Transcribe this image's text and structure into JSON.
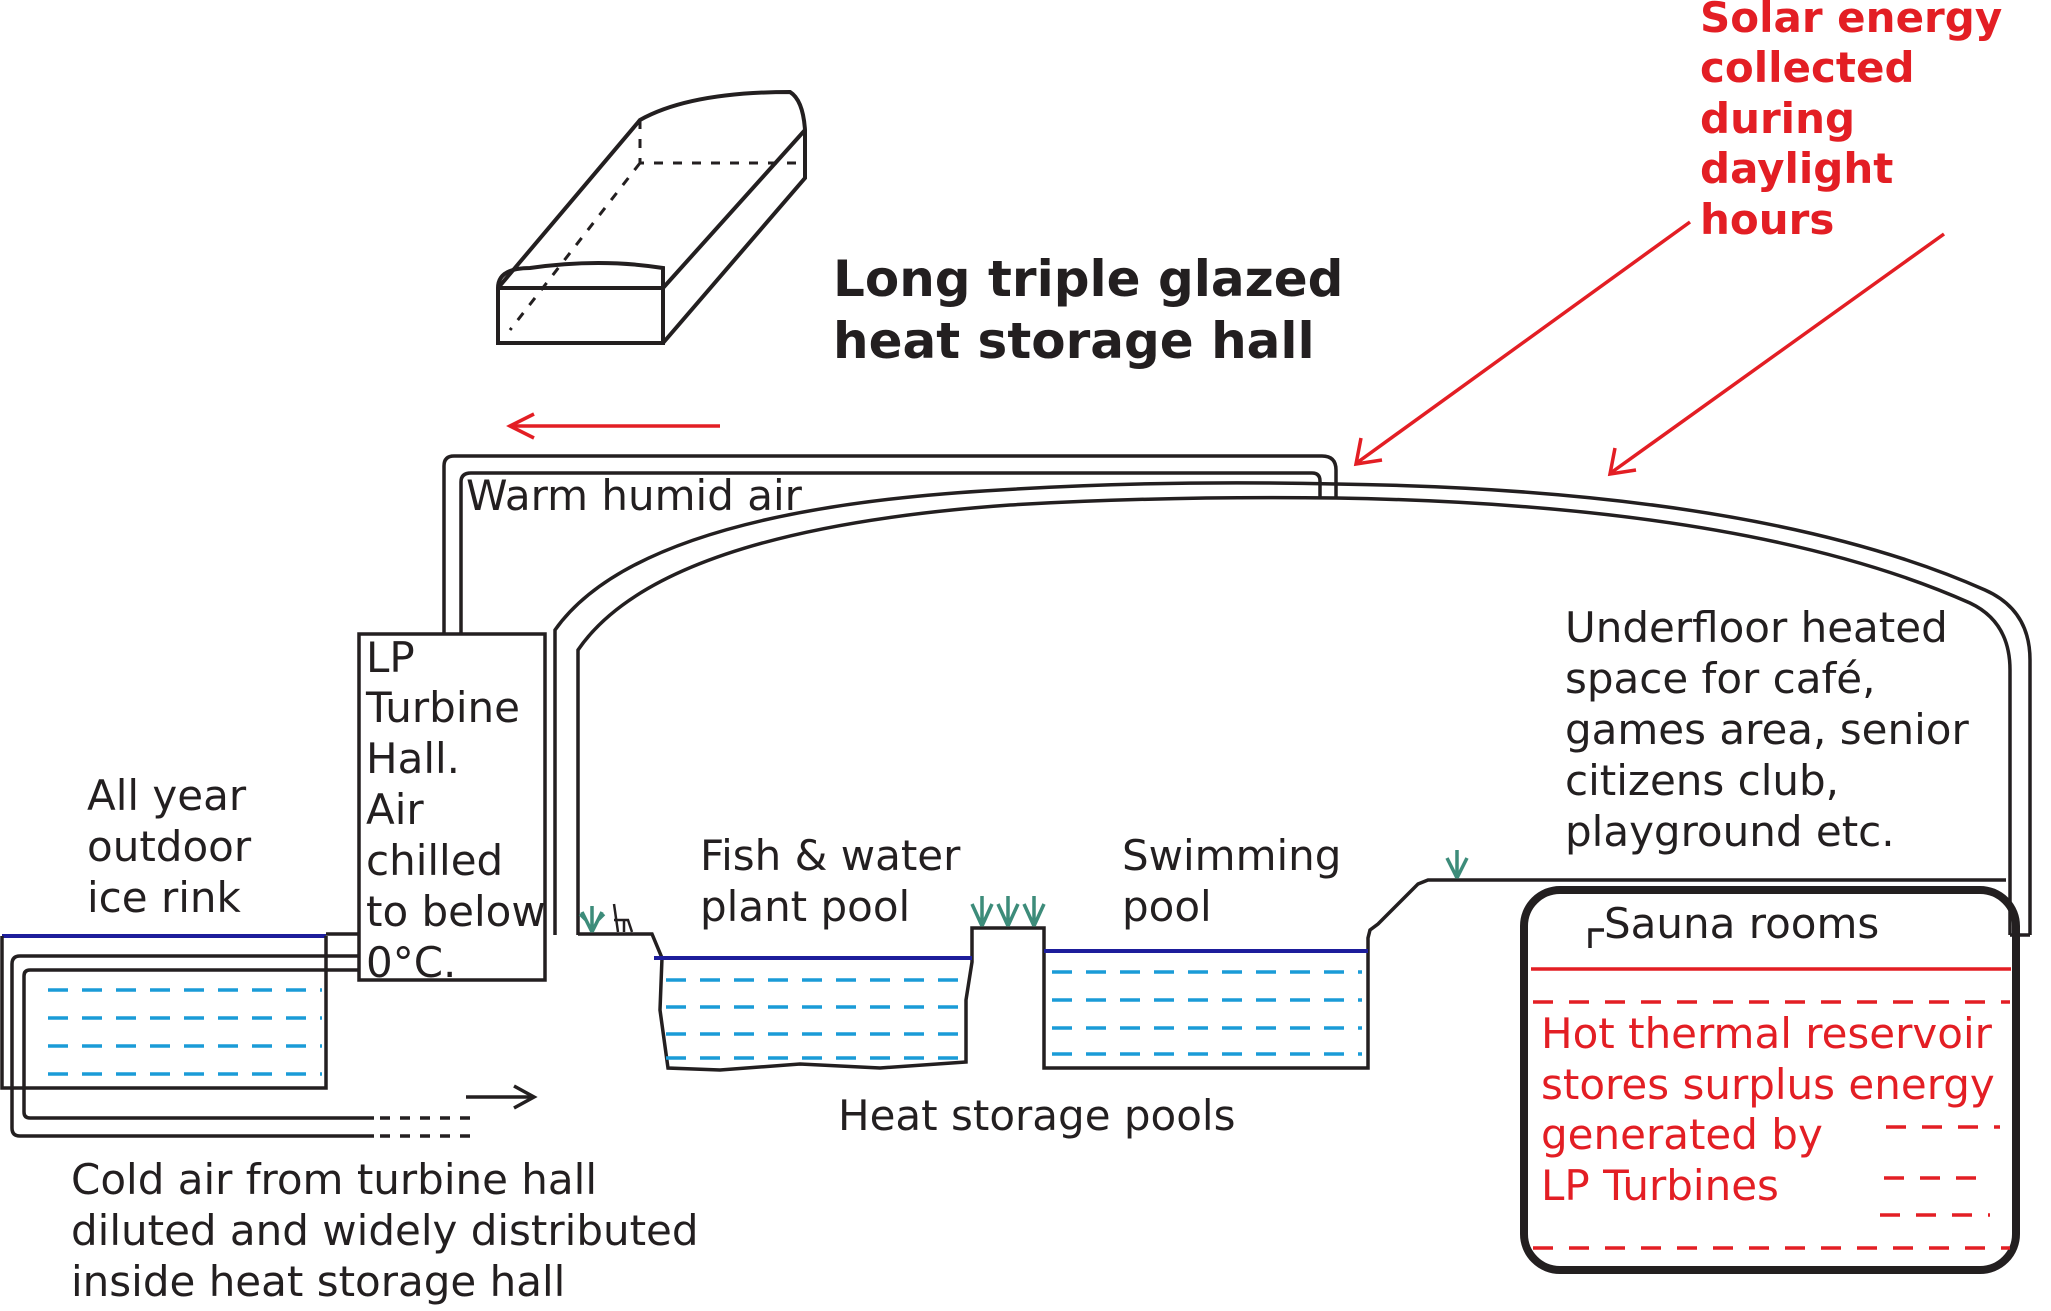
{
  "title": [
    "Long triple glazed",
    "heat storage hall"
  ],
  "solar_note": [
    "Solar energy",
    "collected",
    "during",
    "daylight",
    "hours"
  ],
  "warm_air": "Warm humid air",
  "turbine_hall": [
    "LP",
    "Turbine",
    "Hall.",
    "Air",
    "chilled",
    "to below",
    "0°C."
  ],
  "ice_rink": [
    "All year",
    "outdoor",
    "ice rink"
  ],
  "fish_pool": [
    "Fish & water",
    "plant pool"
  ],
  "swimming_pool": [
    "Swimming",
    "pool"
  ],
  "heat_storage_pools": "Heat storage pools",
  "underfloor": [
    "Underfloor heated",
    "space for café,",
    "games area, senior",
    "citizens club,",
    "playground etc."
  ],
  "sauna": "Sauna rooms",
  "reservoir": [
    "Hot thermal reservoir",
    "stores surplus energy",
    "generated by",
    "LP Turbines"
  ],
  "cold_air": [
    "Cold air from turbine hall",
    "diluted and widely distributed",
    "inside heat storage hall"
  ],
  "colors": {
    "line": "#231f20",
    "red": "#e31e24",
    "water_dash": "#1a9bd7",
    "water_surface": "#1d1d9b",
    "plant": "#3d8c7a"
  }
}
